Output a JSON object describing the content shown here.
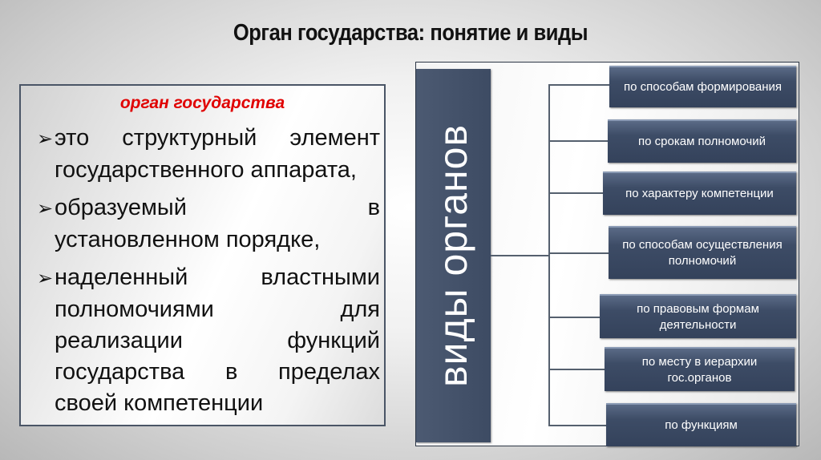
{
  "title": "Орган государства: понятие и виды",
  "definition": {
    "heading": "орган государства",
    "bullets": [
      {
        "lines": [
          [
            "это",
            "структурный",
            "элемент"
          ],
          [
            "государственного аппарата,"
          ]
        ]
      },
      {
        "lines": [
          [
            "образуемый",
            "в"
          ],
          [
            "установленном порядке,"
          ]
        ]
      },
      {
        "lines": [
          [
            "наделенный",
            "властными"
          ],
          [
            "полномочиями",
            "для"
          ],
          [
            "реализации",
            "функций"
          ],
          [
            "государства",
            "в",
            "пределах"
          ],
          [
            "своей компетенции"
          ]
        ]
      }
    ],
    "bullet_icon": "arrow-bullet-icon"
  },
  "types": {
    "vertical_label": "виды органов",
    "items": [
      "по способам формирования",
      "по срокам полномочий",
      "по характеру компетенции",
      "по способам осуществления полномочий",
      "по правовым формам деятельности",
      "по месту в иерархии гос.органов",
      "по функциям"
    ]
  },
  "colors": {
    "heading_red": "#e00000",
    "box_navy": "#3d4b63"
  }
}
